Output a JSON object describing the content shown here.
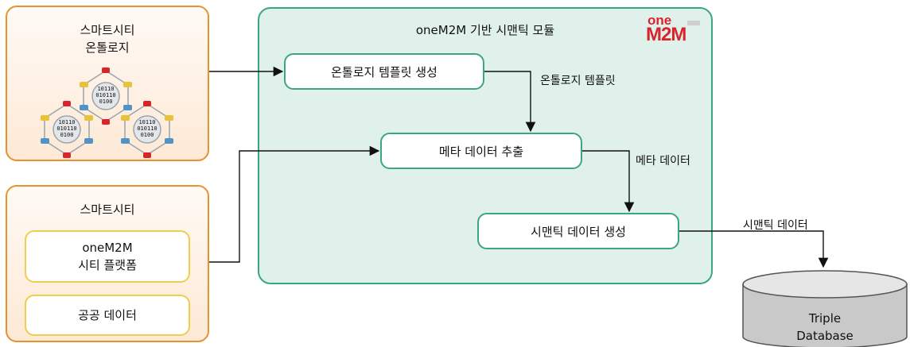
{
  "ontology_panel": {
    "title_line1": "스마트시티",
    "title_line2": "온톨로지"
  },
  "smartcity_panel": {
    "title": "스마트시티",
    "platform_line1": "oneM2M",
    "platform_line2": "시티 플랫폼",
    "public_data": "공공 데이터"
  },
  "semantic_module": {
    "title": "oneM2M 기반 시맨틱 모듈",
    "logo_top": "one",
    "logo_bottom": "M2M",
    "step1": "온톨로지 템플릿 생성",
    "step2": "메타 데이터 추출",
    "step3": "시맨틱 데이터 생성"
  },
  "edge_labels": {
    "template": "온톨로지 템플릿",
    "metadata": "메타 데이터",
    "semantic": "시맨틱 데이터"
  },
  "database": {
    "line1": "Triple",
    "line2": "Database"
  },
  "binary": {
    "line1": "10110",
    "line2": "010110",
    "line3": "0100"
  },
  "colors": {
    "orange": "#e8922f",
    "green": "#3aa77e",
    "green_fill": "#dff1ea",
    "yellow": "#f0cd4a",
    "logo_red": "#d8252b",
    "db_fill": "#c9c9c9"
  }
}
